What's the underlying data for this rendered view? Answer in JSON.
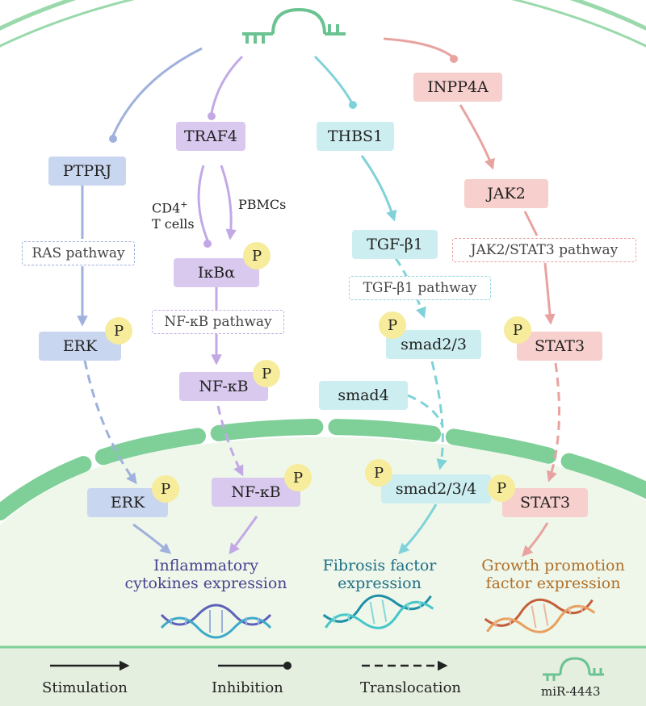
{
  "nodes": {
    "ptprj": "PTPRJ",
    "traf4": "TRAF4",
    "thbs1": "THBS1",
    "inpp4a": "INPP4A",
    "jak2": "JAK2",
    "ikba": "IκBα",
    "tgfb1": "TGF-β1",
    "erk_cyto": "ERK",
    "nfkb_cyto": "NF-κB",
    "smad23": "smad2/3",
    "smad4": "smad4",
    "stat3_cyto": "STAT3",
    "erk_nuc": "ERK",
    "nfkb_nuc": "NF-κB",
    "smad234": "smad2/3/4",
    "stat3_nuc": "STAT3"
  },
  "pathways": {
    "ras": "RAS pathway",
    "nfkb": "NF-κB pathway",
    "tgfb1": "TGF-β1 pathway",
    "jak2stat3": "JAK2/STAT3 pathway"
  },
  "phospho_label": "P",
  "cells": {
    "cd4_main": "CD4",
    "cd4_sup": "+",
    "cd4_sub": "T cells",
    "pbmcs": "PBMCs"
  },
  "outcomes": {
    "inflammatory_line1": "Inflammatory",
    "inflammatory_line2": "cytokines expression",
    "fibrosis_line1": "Fibrosis factor",
    "fibrosis_line2": "expression",
    "growth_line1": "Growth promotion",
    "growth_line2": "factor expression"
  },
  "legend": {
    "stimulation": "Stimulation",
    "inhibition": "Inhibition",
    "translocation": "Translocation",
    "mirna": "miR-4443"
  },
  "colors": {
    "blue": "#9fb1dc",
    "purple": "#c2a9e6",
    "cyan": "#7fd2da",
    "red": "#e8a3a0",
    "membrane_green": "#7fcf98",
    "nucleus_bg": "#eef7ea",
    "inflammatory_text": "#4a4290",
    "fibrosis_text": "#1f6f86",
    "growth_text": "#b0702a",
    "phospho_badge": "#f6ec9b"
  }
}
